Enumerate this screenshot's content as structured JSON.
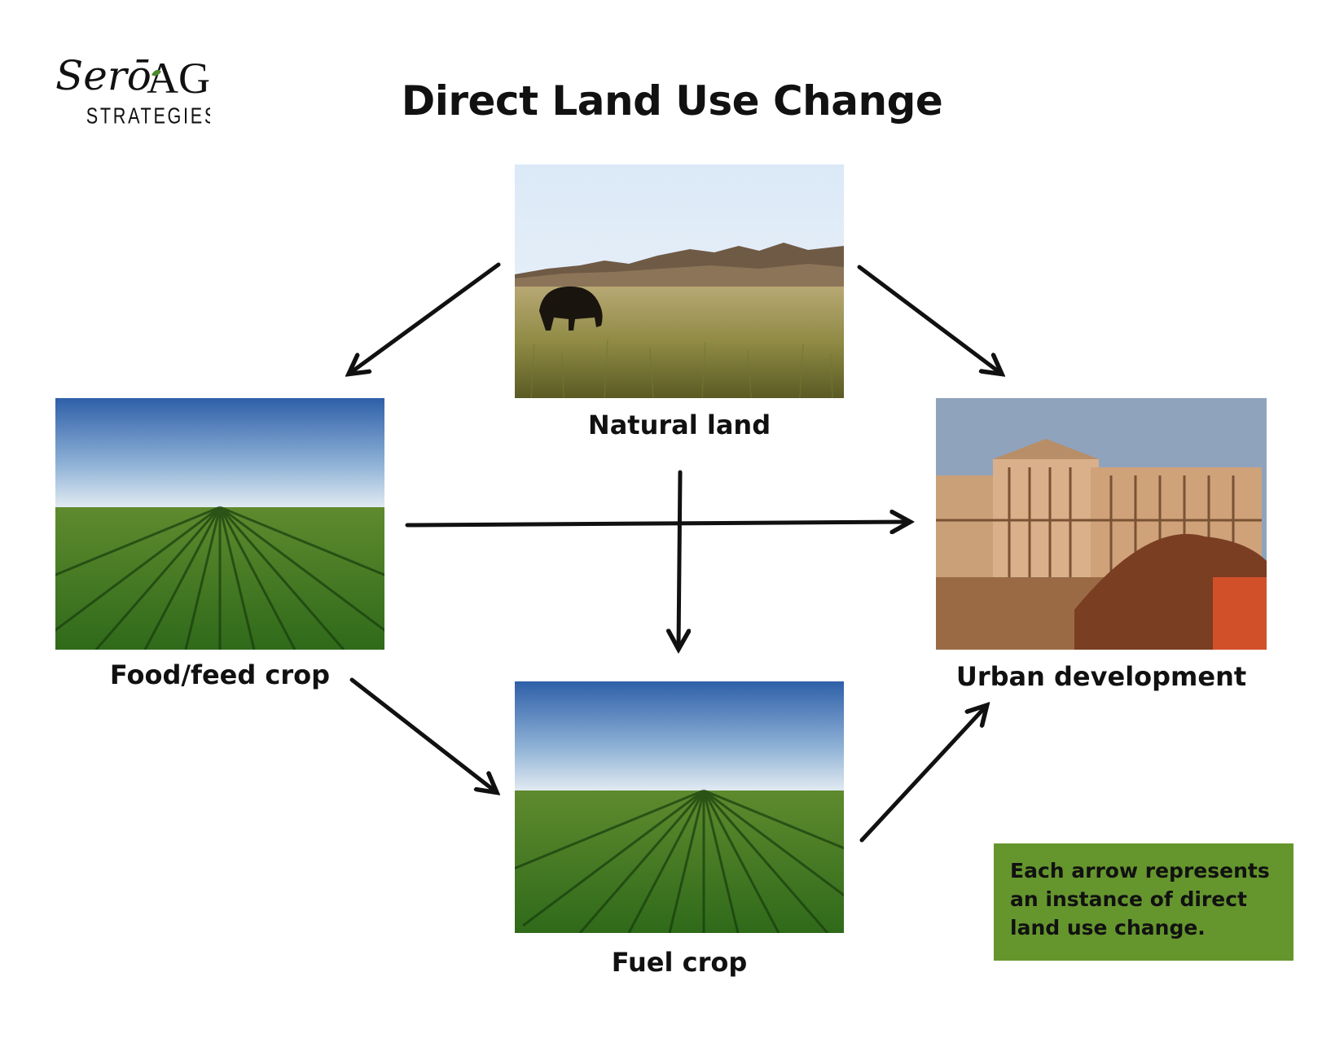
{
  "title": "Direct Land Use Change",
  "logo": {
    "script": "Serō",
    "ag": "AG",
    "sub": "STRATEGIES"
  },
  "nodes": {
    "natural": {
      "label": "Natural land"
    },
    "food": {
      "label": "Food/feed crop"
    },
    "urban": {
      "label": "Urban development"
    },
    "fuel": {
      "label": "Fuel crop"
    }
  },
  "note": "Each arrow represents an instance of direct land use change.",
  "colors": {
    "note_bg": "#65962d",
    "arrow": "#111111"
  }
}
